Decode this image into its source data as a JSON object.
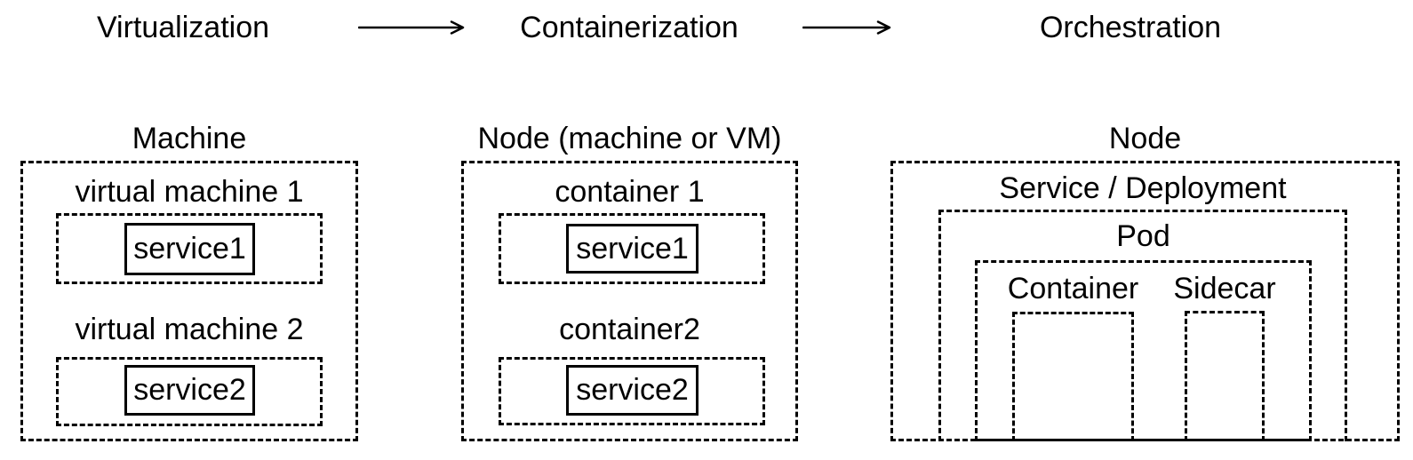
{
  "header": {
    "stages": [
      {
        "label": "Virtualization"
      },
      {
        "label": "Containerization"
      },
      {
        "label": "Orchestration"
      }
    ]
  },
  "virtualization": {
    "title": "Machine",
    "vms": [
      {
        "label": "virtual machine 1",
        "service": "service1"
      },
      {
        "label": "virtual machine 2",
        "service": "service2"
      }
    ]
  },
  "containerization": {
    "title": "Node (machine or VM)",
    "containers": [
      {
        "label": "container 1",
        "service": "service1"
      },
      {
        "label": "container2",
        "service": "service2"
      }
    ]
  },
  "orchestration": {
    "title": "Node",
    "service_deployment_label": "Service / Deployment",
    "pod_label": "Pod",
    "container_label": "Container",
    "sidecar_label": "Sidecar"
  },
  "colors": {
    "stroke": "#000000",
    "background": "#ffffff"
  }
}
